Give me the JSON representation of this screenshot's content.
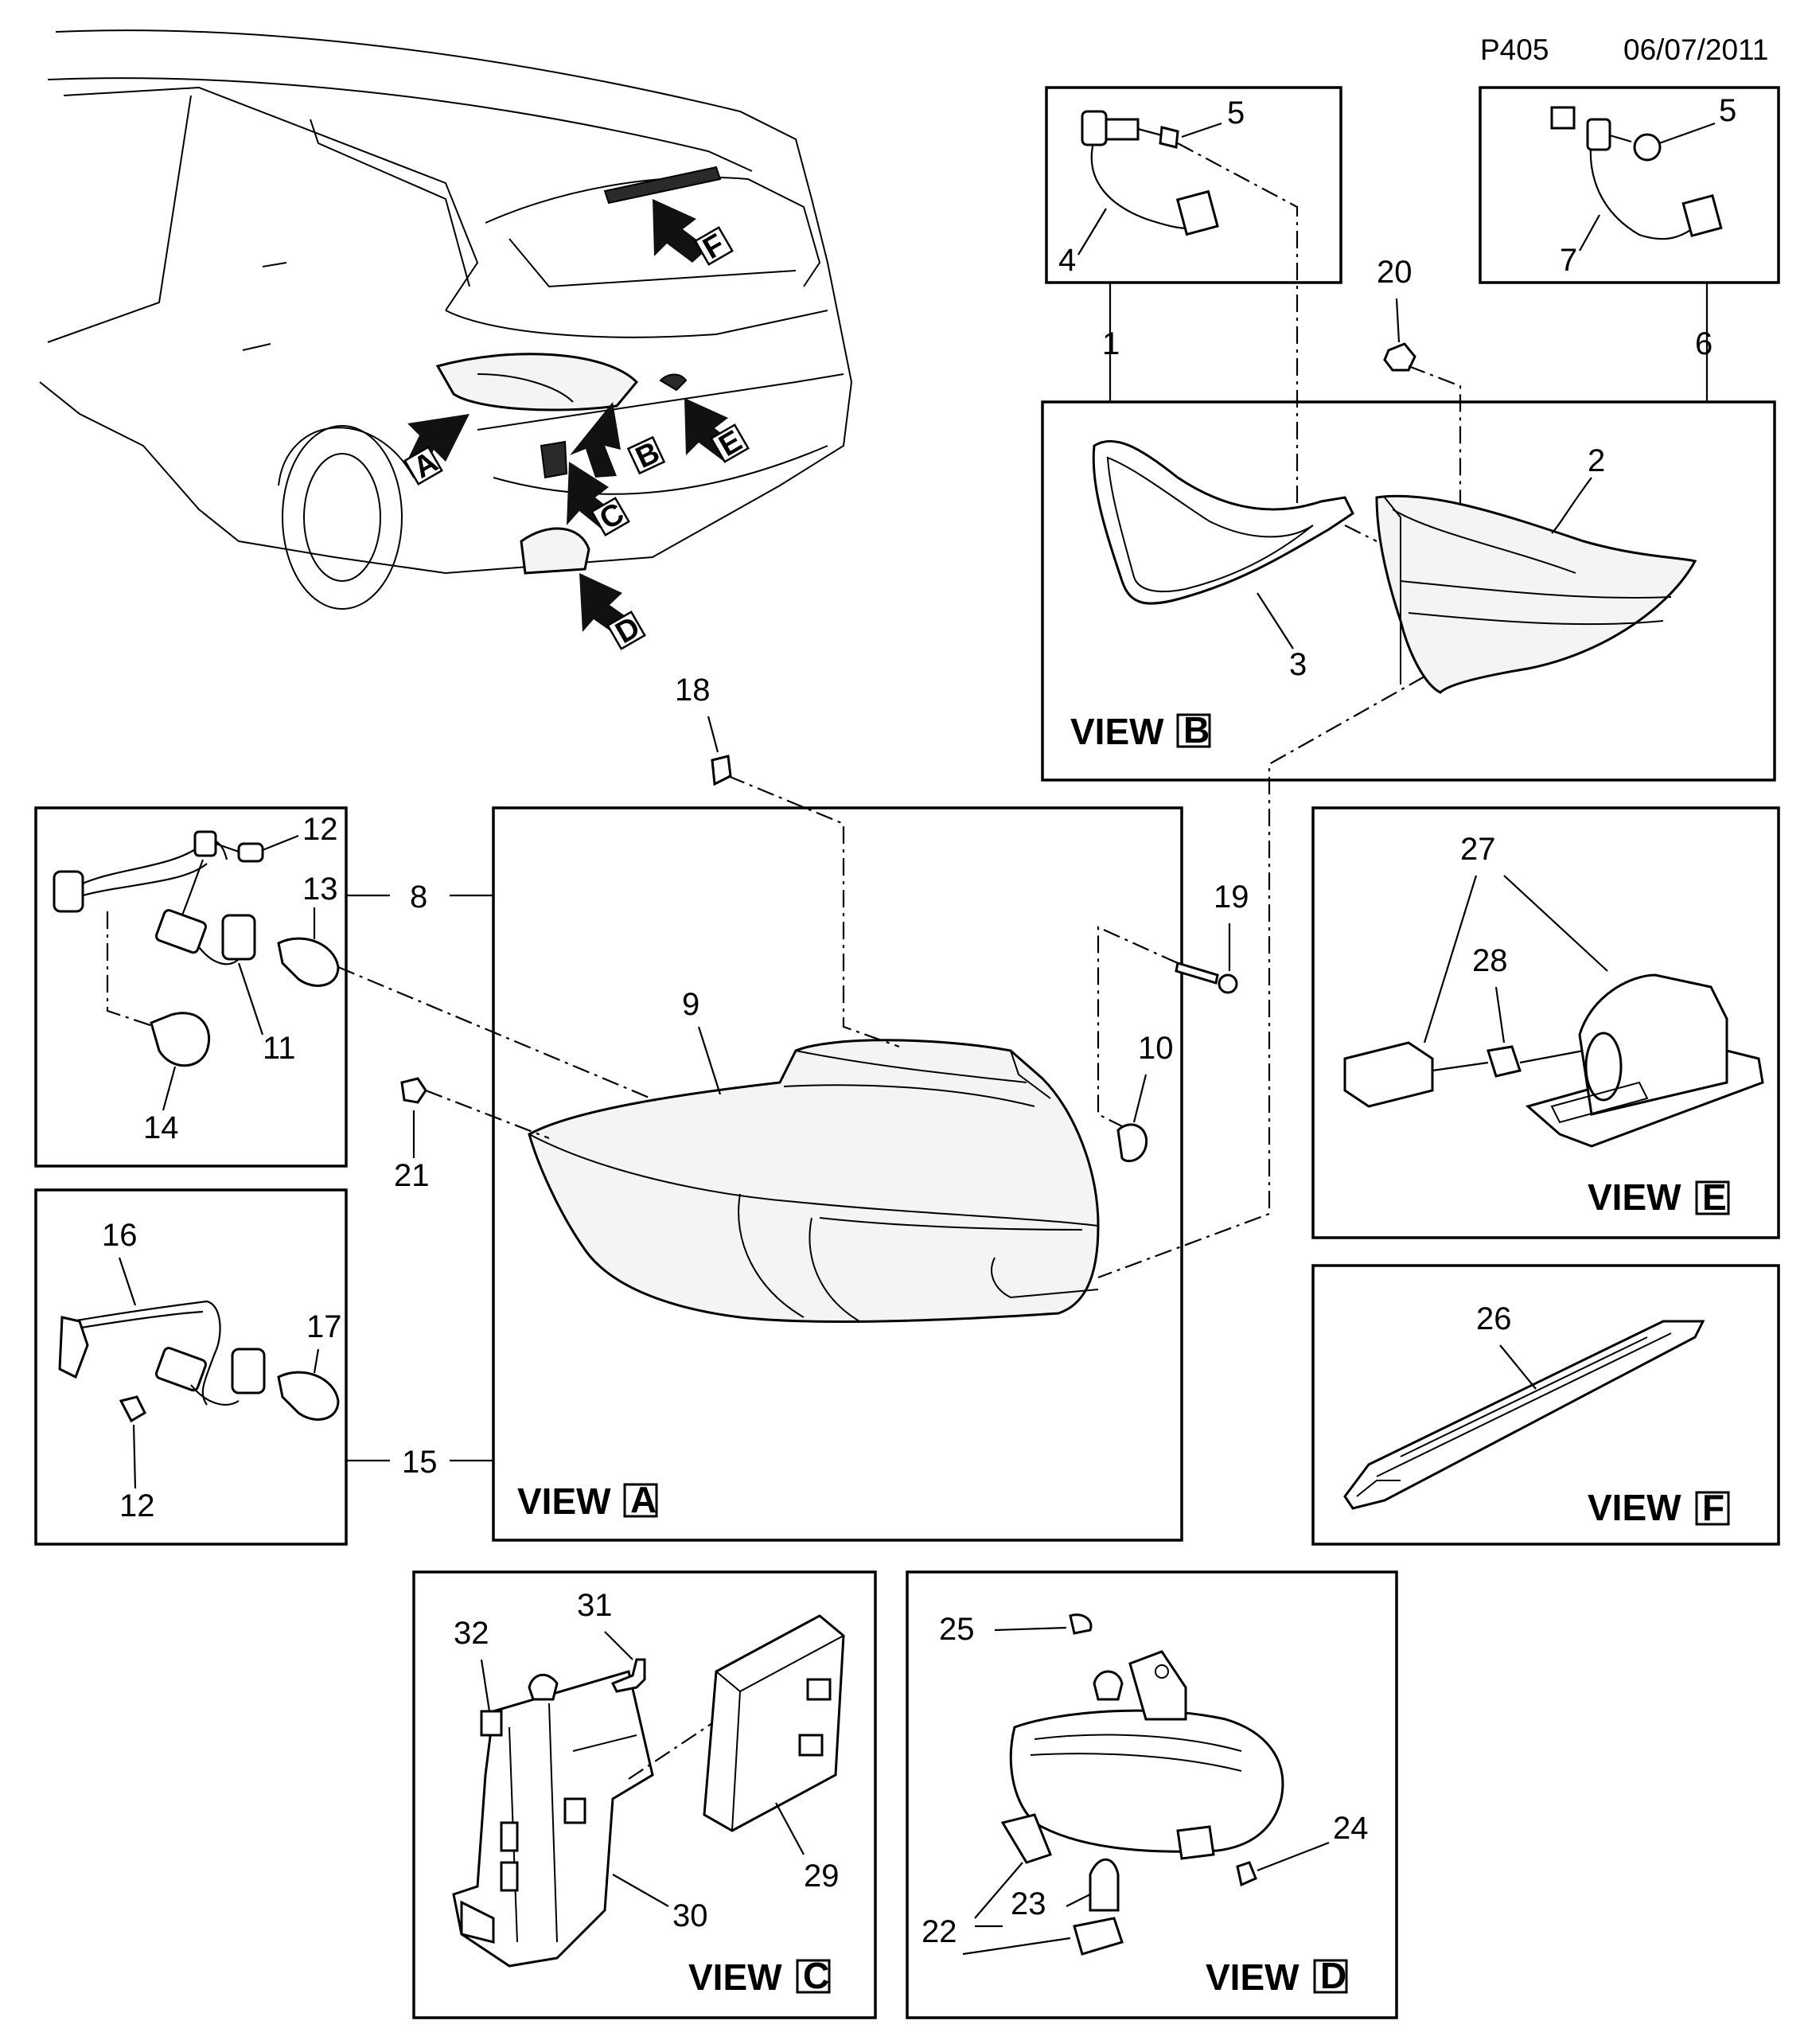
{
  "header": {
    "page_code": "P405",
    "date": "06/07/2011"
  },
  "views": {
    "a": {
      "word": "VIEW",
      "letter": "A"
    },
    "b": {
      "word": "VIEW",
      "letter": "B"
    },
    "c": {
      "word": "VIEW",
      "letter": "C"
    },
    "d": {
      "word": "VIEW",
      "letter": "D"
    },
    "e": {
      "word": "VIEW",
      "letter": "E"
    },
    "f": {
      "word": "VIEW",
      "letter": "F"
    }
  },
  "arrow_letters": [
    "A",
    "B",
    "C",
    "D",
    "E",
    "F"
  ],
  "callouts": {
    "p1": "1",
    "p2": "2",
    "p3": "3",
    "p4": "4",
    "p5a": "5",
    "p5b": "5",
    "p6": "6",
    "p7": "7",
    "p8": "8",
    "p9": "9",
    "p10": "10",
    "p11": "11",
    "p12a": "12",
    "p12b": "12",
    "p13": "13",
    "p14": "14",
    "p15": "15",
    "p16": "16",
    "p17": "17",
    "p18": "18",
    "p19": "19",
    "p20": "20",
    "p21": "21",
    "p22": "22",
    "p23": "23",
    "p24": "24",
    "p25": "25",
    "p26": "26",
    "p27": "27",
    "p28": "28",
    "p29": "29",
    "p30": "30",
    "p31": "31",
    "p32": "32"
  }
}
